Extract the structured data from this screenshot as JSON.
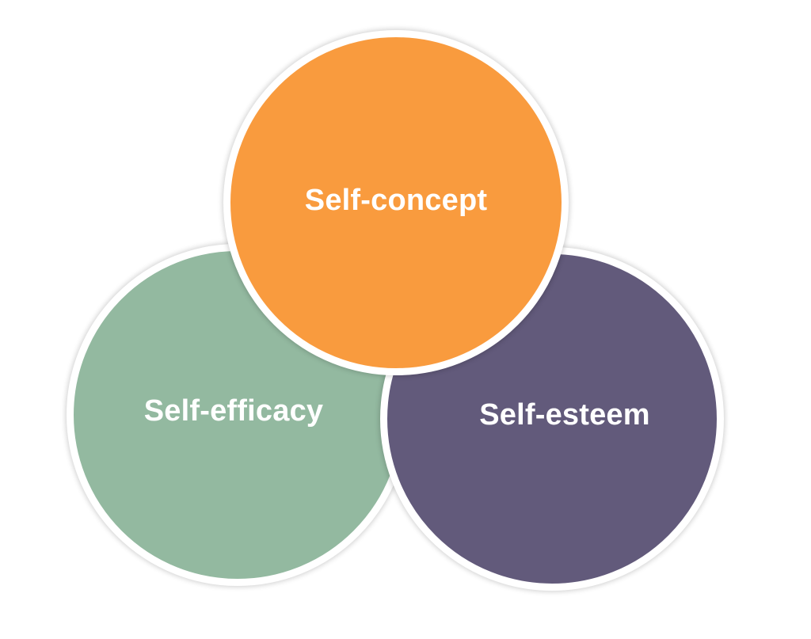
{
  "diagram": {
    "circles": [
      {
        "id": "efficacy",
        "label": "Self-efficacy",
        "color": "#93B9A0"
      },
      {
        "id": "esteem",
        "label": "Self-esteem",
        "color": "#625A7B"
      },
      {
        "id": "concept",
        "label": "Self-concept",
        "color": "#F99B3E"
      }
    ],
    "border_color": "#FFFFFF"
  }
}
